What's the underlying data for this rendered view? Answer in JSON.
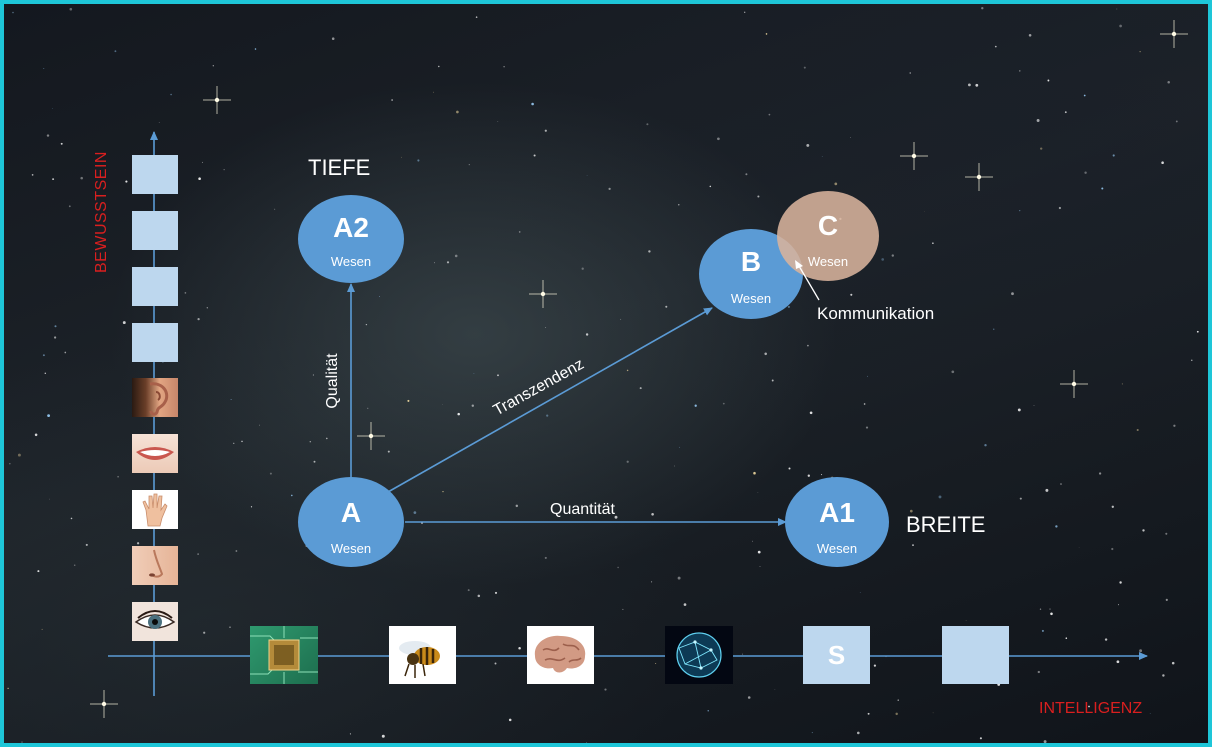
{
  "diagram": {
    "axes": {
      "vertical_label": "BEWUSSTSEIN",
      "horizontal_label": "INTELLIGENZ",
      "label_color": "#d91f1f",
      "axis_color": "#5b9bd5"
    },
    "nodes": {
      "a": {
        "letter": "A",
        "sub": "Wesen"
      },
      "a1": {
        "letter": "A1",
        "sub": "Wesen"
      },
      "a2": {
        "letter": "A2",
        "sub": "Wesen"
      },
      "b": {
        "letter": "B",
        "sub": "Wesen"
      },
      "c": {
        "letter": "C",
        "sub": "Wesen"
      }
    },
    "node_color": "#5b9bd5",
    "node_c_color": "#d8b39c",
    "labels": {
      "tiefe": "TIEFE",
      "breite": "BREITE",
      "qualitaet": "Qualität",
      "quantitaet": "Quantität",
      "transzendenz": "Transzendenz",
      "kommunikation": "Kommunikation"
    },
    "vertical_items": [
      "square",
      "square",
      "square",
      "square",
      "ear-icon",
      "mouth-icon",
      "hand-icon",
      "nose-icon",
      "eye-icon"
    ],
    "horizontal_items": [
      "chip-icon",
      "bee-icon",
      "brain-icon",
      "earth-network-icon",
      "S",
      "square"
    ]
  }
}
